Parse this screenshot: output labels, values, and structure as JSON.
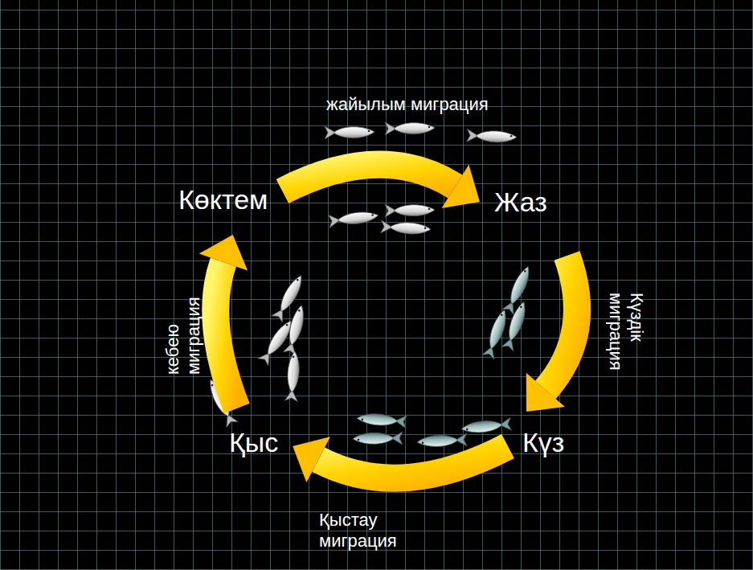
{
  "diagram": {
    "nodes": [
      {
        "text": [
          "Көктем"
        ]
      },
      {
        "text": [
          "Жаз"
        ]
      },
      {
        "text": [
          "Күз"
        ]
      },
      {
        "text": [
          "Қыс"
        ]
      }
    ],
    "edges": [
      {
        "from": 0,
        "to": 1,
        "arrow": "to",
        "label": "жайылым миграция"
      },
      {
        "from": 1,
        "to": 2,
        "arrow": "to",
        "label": "Күздік миграция"
      },
      {
        "from": 2,
        "to": 3,
        "arrow": "to",
        "label": "Қыстау миграция"
      },
      {
        "from": 3,
        "to": 0,
        "arrow": "to",
        "label": "кебею миграция"
      }
    ]
  }
}
